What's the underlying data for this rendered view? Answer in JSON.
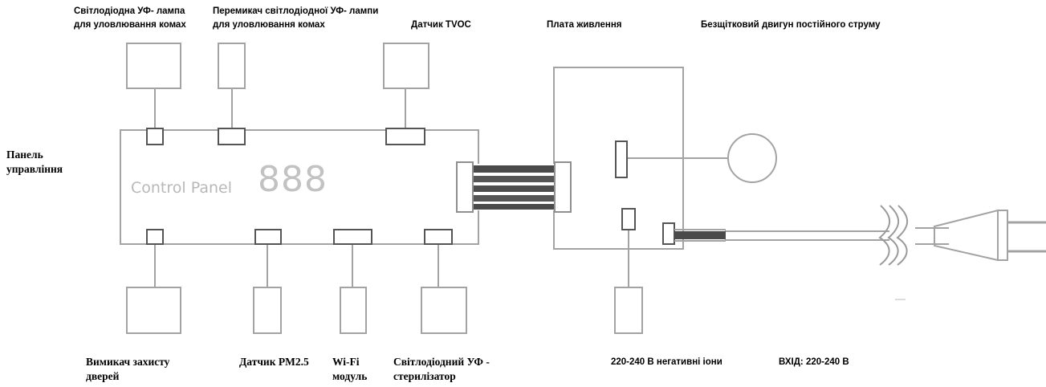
{
  "labels": {
    "uv_lamp": "Світлодіодна УФ- лампа\nдля уловлювання комах",
    "uv_lamp_switch": "Перемикач світлодіодної УФ- лампи\nдля уловлювання комах",
    "tvoc_sensor": "Датчик TVOC",
    "power_board": "Плата живлення",
    "dc_motor": "Безщітковий двигун постійного струму",
    "control_panel": "Панель\nуправління",
    "door_switch": "Вимикач захисту\nдверей",
    "pm25_sensor": "Датчик PM2.5",
    "wifi_module": "Wi-Fi\nмодуль",
    "uv_sterilizer": "Світлодіодний УФ -\nстерилізатор",
    "neg_ions": "220-240 В негативні іони",
    "input": "ВХІД: 220-240 В"
  },
  "panel": {
    "title": "Control Panel",
    "display": "888"
  },
  "colors": {
    "line": "#a3a3a3",
    "component_stroke": "#8f8f8f",
    "connector_stroke": "#555555",
    "ribbon": "#4a4a4a",
    "panel_text": "#b8b8b8"
  }
}
